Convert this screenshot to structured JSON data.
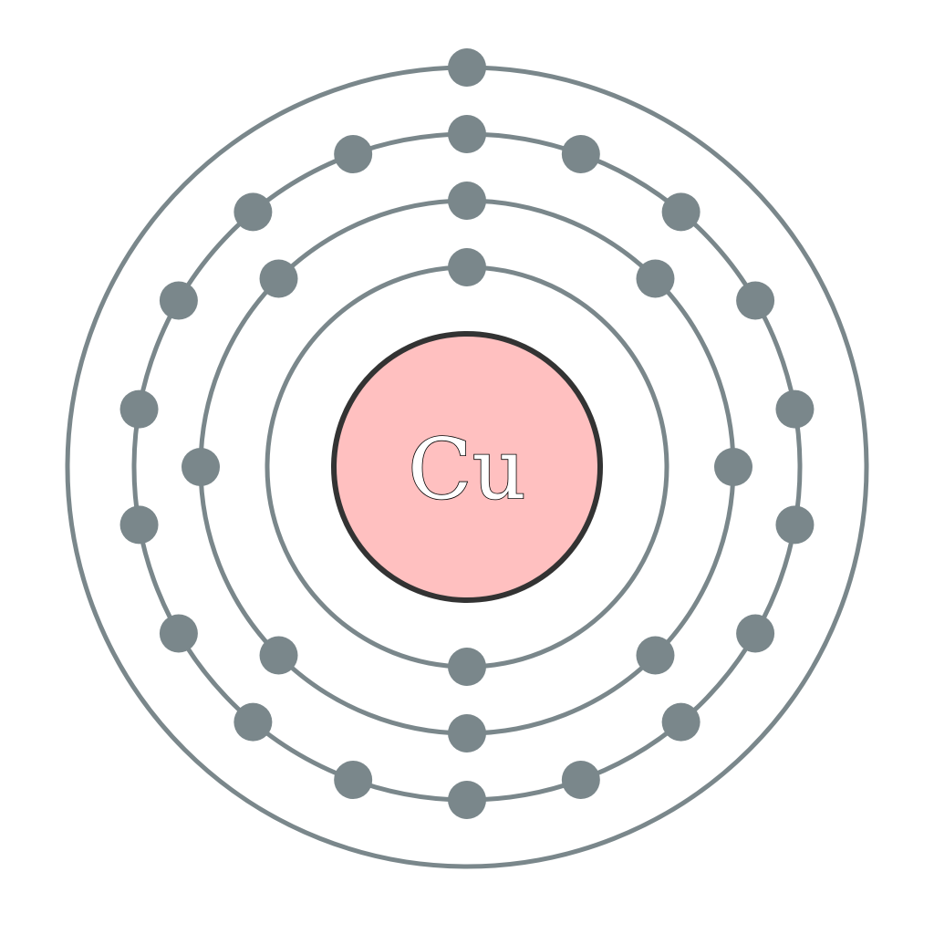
{
  "element": {
    "symbol": "Cu"
  },
  "shells": [
    {
      "electrons": 2
    },
    {
      "electrons": 8
    },
    {
      "electrons": 18
    },
    {
      "electrons": 1
    }
  ],
  "colors": {
    "shell": "#7a878b",
    "electron": "#7a878b",
    "nucleus_fill": "#ffc0c0",
    "nucleus_stroke": "#333333",
    "background": "#ffffff"
  }
}
